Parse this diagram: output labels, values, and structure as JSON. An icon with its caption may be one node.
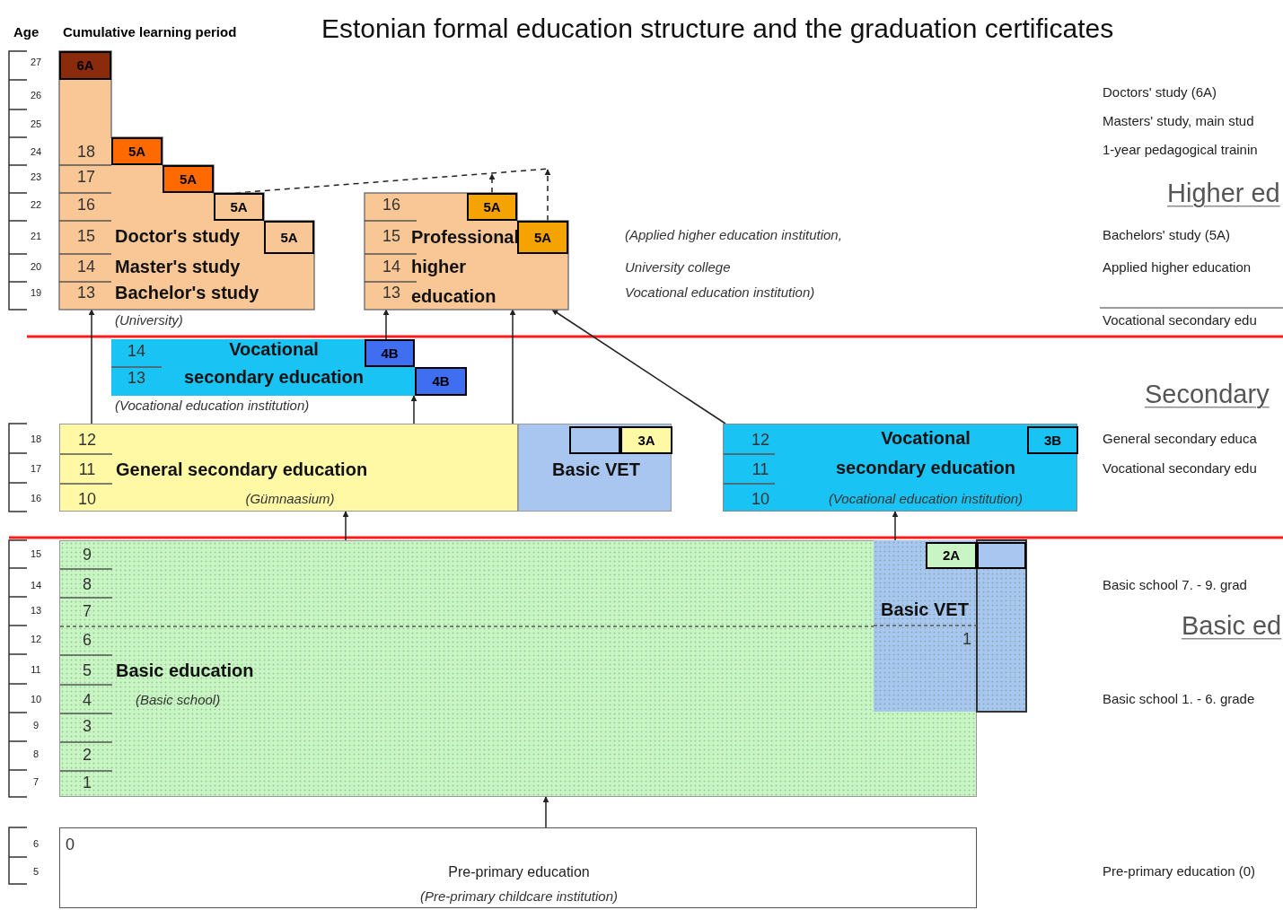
{
  "diagram": {
    "title": "Estonian formal education structure and the graduation certificates",
    "nodes": [
      {
        "text": [
          "18",
          "17",
          "16",
          "15",
          "Doctor's study",
          "14",
          "Master's study",
          "13",
          "Bachelor's study"
        ],
        "beside": [
          "(University)"
        ]
      },
      {
        "text": [
          "6A"
        ],
        "in": 0
      },
      {
        "text": [
          "5A"
        ],
        "in": 0
      },
      {
        "text": [
          "5A"
        ],
        "in": 0
      },
      {
        "text": [
          "5A"
        ],
        "in": 0
      },
      {
        "text": [
          "5A"
        ],
        "in": 0
      },
      {
        "text": [
          "16",
          "15",
          "14",
          "13",
          "Professional higher education"
        ],
        "beside": [
          "(Applied higher education institution,",
          "University college",
          "Vocational education institution)"
        ]
      },
      {
        "text": [
          "5A"
        ],
        "in": 6
      },
      {
        "text": [
          "5A"
        ],
        "in": 6
      },
      {
        "text": [
          "14",
          "13",
          "Vocational secondary education"
        ],
        "beside": [
          "(Vocational education institution)"
        ]
      },
      {
        "text": [
          "4B"
        ],
        "in": 9
      },
      {
        "text": [
          "4B"
        ]
      },
      {
        "text": [
          "12",
          "11",
          "General secondary education",
          "10",
          "(Gümnaasium)"
        ]
      },
      {
        "text": [
          "Basic VET"
        ]
      },
      {
        "text": [],
        "shape": "box",
        "in": 13
      },
      {
        "text": [
          "3A"
        ],
        "in": 13
      },
      {
        "text": [
          "12",
          "11",
          "10",
          "Vocational secondary education",
          "(Vocational education institution)"
        ]
      },
      {
        "text": [
          "3B"
        ],
        "in": 16
      },
      {
        "text": [
          "9",
          "8",
          "7",
          "6",
          "5",
          "Basic education",
          "4",
          "(Basic school)",
          "3",
          "2",
          "1"
        ]
      },
      {
        "text": [
          "Basic VET",
          "1"
        ]
      },
      {
        "text": [
          "2A"
        ]
      },
      {
        "text": [],
        "shape": "box",
        "in": 19
      },
      {
        "text": [
          "0",
          "Pre-primary education",
          "(Pre-primary childcare institution)"
        ]
      }
    ],
    "edges": [
      {
        "from": 7,
        "to": null,
        "arrow": "to",
        "style": "dashed"
      },
      {
        "from": 8,
        "to": null,
        "arrow": "to",
        "style": "dashed"
      },
      {
        "from": 4,
        "to": null,
        "arrow": "none",
        "style": "dashed"
      },
      {
        "from": 12,
        "to": 0,
        "arrow": "to"
      },
      {
        "from": 9,
        "to": 6,
        "arrow": "to"
      },
      {
        "from": 12,
        "to": 9,
        "arrow": "to"
      },
      {
        "from": 12,
        "to": 6,
        "arrow": "to"
      },
      {
        "from": 16,
        "to": 6,
        "arrow": "to"
      },
      {
        "from": 18,
        "to": 12,
        "arrow": "to"
      },
      {
        "from": 18,
        "to": 16,
        "arrow": "to"
      },
      {
        "from": 22,
        "to": 18,
        "arrow": "to"
      }
    ],
    "labels": [
      "Age",
      "Cumulative learning period",
      "27",
      "26",
      "25",
      "24",
      "23",
      "22",
      "21",
      "20",
      "19",
      "18",
      "17",
      "16",
      "15",
      "14",
      "13",
      "12",
      "11",
      "10",
      "9",
      "8",
      "7",
      "6",
      "5",
      "Doctors' study (6A)",
      "Masters' study, main stud",
      "1-year pedagogical trainin",
      "Higher ed",
      "Bachelors' study (5A)",
      "Applied higher education",
      "Vocational secondary edu",
      "Secondary",
      "General secondary educa",
      "Vocational secondary edu",
      "Basic school  7. - 9. grad",
      "Basic ed",
      "Basic school 1. - 6. grade",
      "Pre-primary education (0)"
    ]
  }
}
